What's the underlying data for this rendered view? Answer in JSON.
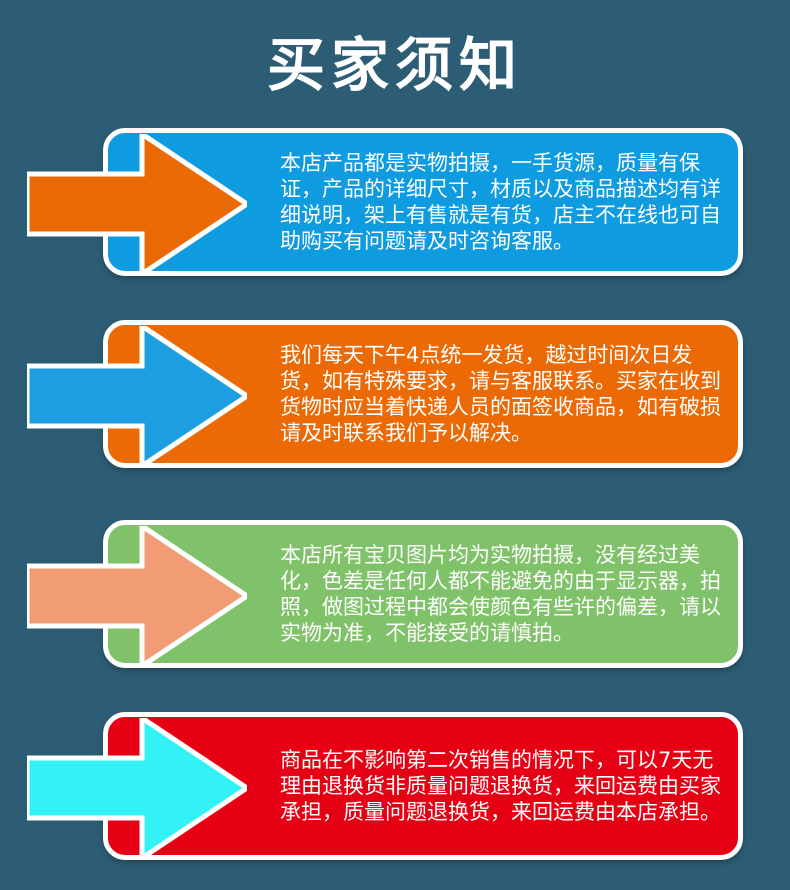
{
  "page_title": "买家须知",
  "colors": {
    "background": "#2d5d75",
    "card_blue": "#0e9be0",
    "card_orange": "#ec6a06",
    "card_green": "#80c269",
    "card_red": "#e60013",
    "arrow_orange": "#ec6a06",
    "arrow_blue": "#1d9ee0",
    "arrow_salmon": "#f29c76",
    "arrow_cyan": "#32f1f5"
  },
  "notices": [
    {
      "text": "本店产品都是实物拍摄，一手货源，质量有保证，产品的详细尺寸，材质以及商品描述均有详细说明，架上有售就是有货，店主不在线也可自助购买有问题请及时咨询客服。",
      "card_color": "card_blue",
      "arrow_color": "arrow_orange",
      "arrow_icon": "right-arrow-icon"
    },
    {
      "text": "我们每天下午4点统一发货，越过时间次日发货，如有特殊要求，请与客服联系。买家在收到货物时应当着快递人员的面签收商品，如有破损请及时联系我们予以解决。",
      "card_color": "card_orange",
      "arrow_color": "arrow_blue",
      "arrow_icon": "right-arrow-icon"
    },
    {
      "text": "本店所有宝贝图片均为实物拍摄，没有经过美化，色差是任何人都不能避免的由于显示器，拍照，做图过程中都会使颜色有些许的偏差，请以实物为准，不能接受的请慎拍。",
      "card_color": "card_green",
      "arrow_color": "arrow_salmon",
      "arrow_icon": "right-arrow-icon"
    },
    {
      "text": "商品在不影响第二次销售的情况下，可以7天无理由退换货非质量问题退换货，来回运费由买家承担，质量问题退换货，来回运费由本店承担。",
      "card_color": "card_red",
      "arrow_color": "arrow_cyan",
      "arrow_icon": "right-arrow-icon"
    }
  ]
}
